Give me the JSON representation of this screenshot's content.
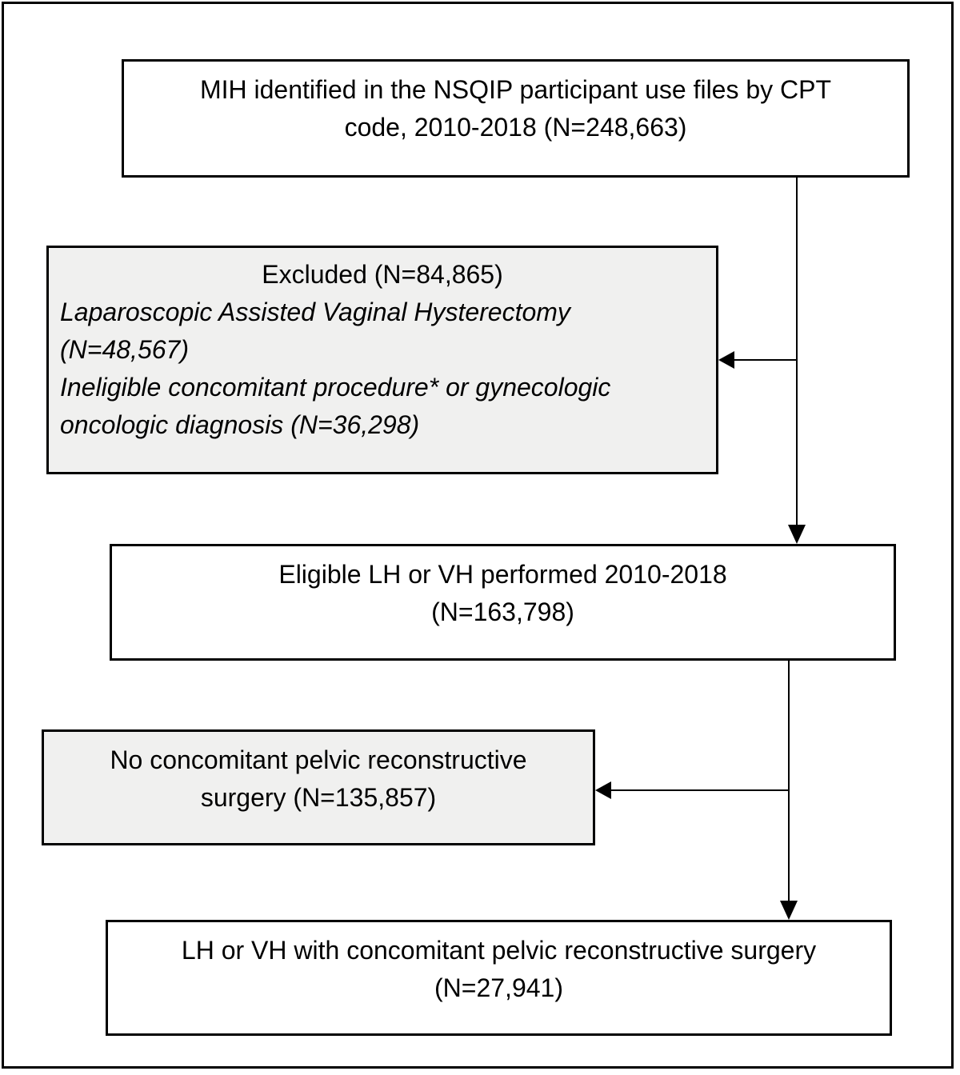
{
  "colors": {
    "border": "#000000",
    "text": "#000000",
    "white_box_fill": "#ffffff",
    "gray_box_fill": "#f0f0ef"
  },
  "boxes": {
    "identified": {
      "lines": [
        "MIH identified in the NSQIP participant use files by CPT",
        "code, 2010-2018 (N=248,663)"
      ]
    },
    "excluded": {
      "title": "Excluded (N=84,865)",
      "detail_lines": [
        "Laparoscopic Assisted Vaginal Hysterectomy",
        "(N=48,567)",
        "Ineligible concomitant procedure* or gynecologic",
        "oncologic diagnosis (N=36,298)"
      ]
    },
    "eligible": {
      "lines": [
        "Eligible LH or VH performed 2010-2018",
        "(N=163,798)"
      ]
    },
    "no_concomitant": {
      "lines": [
        "No concomitant pelvic reconstructive",
        "surgery (N=135,857)"
      ]
    },
    "final": {
      "lines": [
        "LH or VH with concomitant pelvic reconstructive surgery",
        "(N=27,941)"
      ]
    }
  }
}
